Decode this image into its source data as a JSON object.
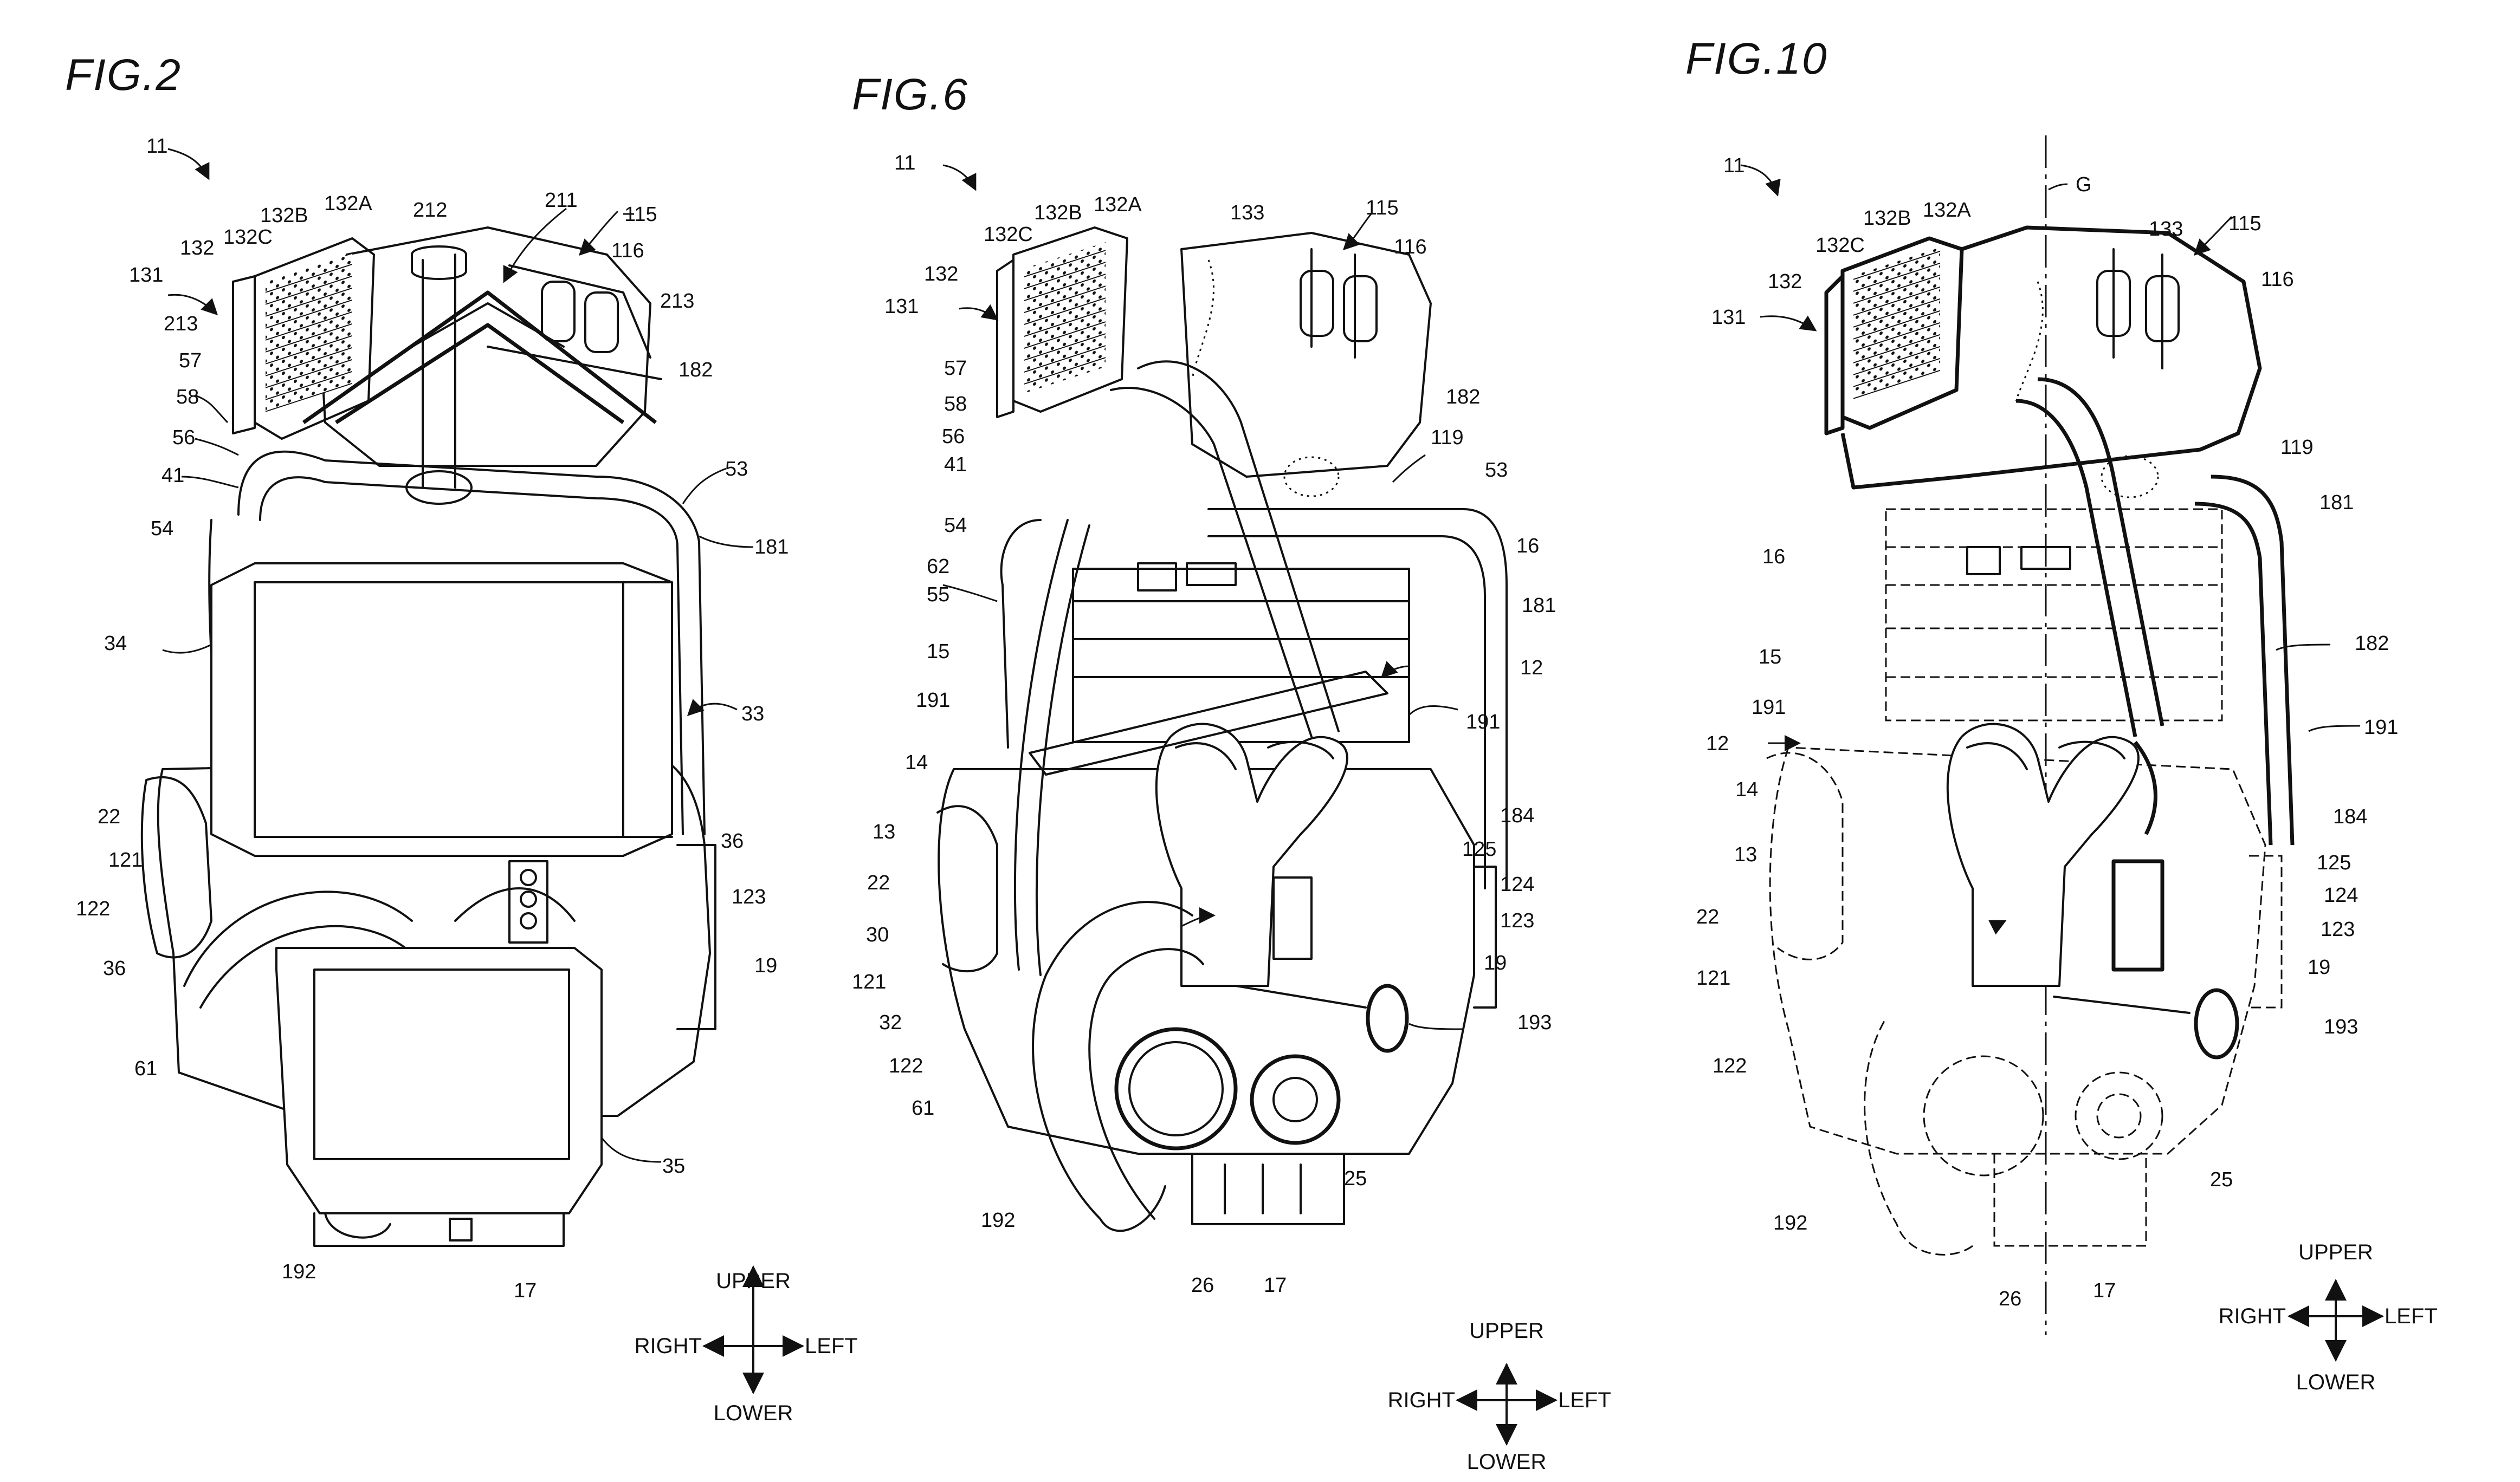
{
  "figures": [
    {
      "id": "fig2",
      "title": "FIG.2",
      "labels": [
        "11",
        "132B",
        "132A",
        "212",
        "211",
        "115",
        "132C",
        "132",
        "116",
        "131",
        "213",
        "213",
        "182",
        "57",
        "58",
        "56",
        "53",
        "41",
        "54",
        "181",
        "34",
        "33",
        "22",
        "36",
        "121",
        "122",
        "123",
        "36",
        "19",
        "61",
        "35",
        "192",
        "17"
      ],
      "directions": {
        "upper": "UPPER",
        "lower": "LOWER",
        "left": "LEFT",
        "right": "RIGHT"
      }
    },
    {
      "id": "fig6",
      "title": "FIG.6",
      "labels": [
        "11",
        "132B",
        "132A",
        "133",
        "115",
        "132C",
        "116",
        "132",
        "131",
        "57",
        "182",
        "58",
        "119",
        "56",
        "41",
        "53",
        "54",
        "16",
        "62",
        "181",
        "55",
        "15",
        "12",
        "191",
        "191",
        "14",
        "184",
        "13",
        "125",
        "22",
        "124",
        "30",
        "123",
        "121",
        "19",
        "32",
        "193",
        "122",
        "61",
        "25",
        "192",
        "26",
        "17"
      ],
      "directions": {
        "upper": "UPPER",
        "lower": "LOWER",
        "left": "LEFT",
        "right": "RIGHT"
      }
    },
    {
      "id": "fig10",
      "title": "FIG.10",
      "labels": [
        "G",
        "11",
        "132B",
        "132A",
        "133",
        "115",
        "132C",
        "132",
        "116",
        "131",
        "119",
        "181",
        "16",
        "182",
        "15",
        "191",
        "191",
        "12",
        "14",
        "184",
        "125",
        "13",
        "124",
        "22",
        "123",
        "19",
        "121",
        "193",
        "122",
        "25",
        "192",
        "26",
        "17"
      ],
      "directions": {
        "upper": "UPPER",
        "lower": "LOWER",
        "left": "LEFT",
        "right": "RIGHT"
      }
    }
  ]
}
